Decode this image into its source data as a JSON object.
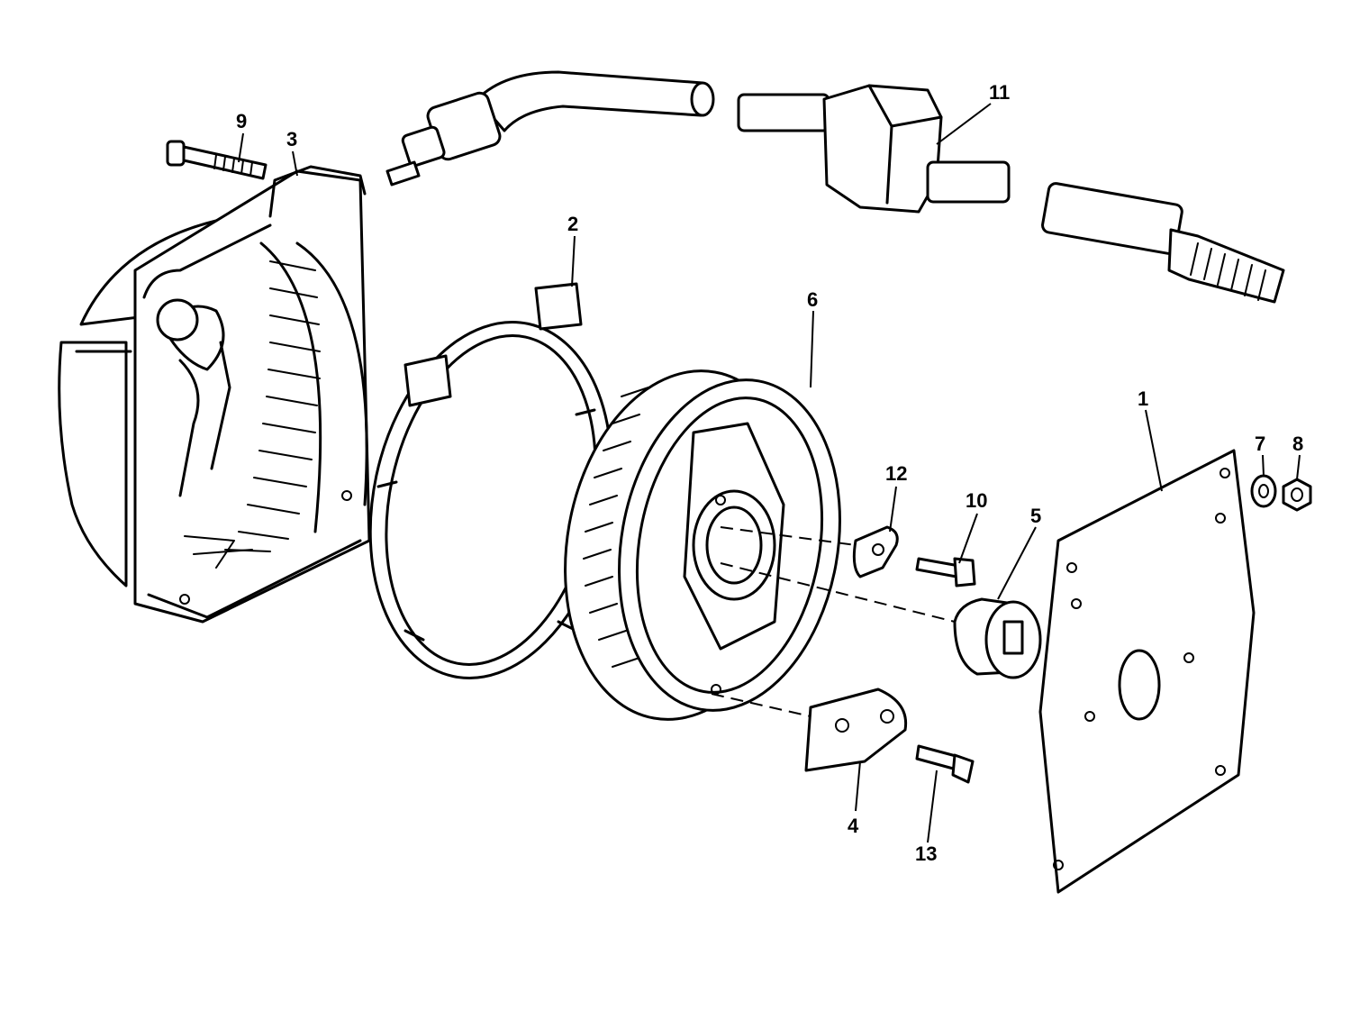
{
  "diagram": {
    "type": "exploded-parts-diagram",
    "callouts": [
      {
        "id": "1",
        "label": "1"
      },
      {
        "id": "2",
        "label": "2"
      },
      {
        "id": "3",
        "label": "3"
      },
      {
        "id": "4",
        "label": "4"
      },
      {
        "id": "5",
        "label": "5"
      },
      {
        "id": "6",
        "label": "6"
      },
      {
        "id": "7",
        "label": "7"
      },
      {
        "id": "8",
        "label": "8"
      },
      {
        "id": "9",
        "label": "9"
      },
      {
        "id": "10",
        "label": "10"
      },
      {
        "id": "11",
        "label": "11"
      },
      {
        "id": "12",
        "label": "12"
      },
      {
        "id": "13",
        "label": "13"
      }
    ],
    "colors": {
      "ink": "#000000",
      "paper": "#ffffff"
    }
  }
}
